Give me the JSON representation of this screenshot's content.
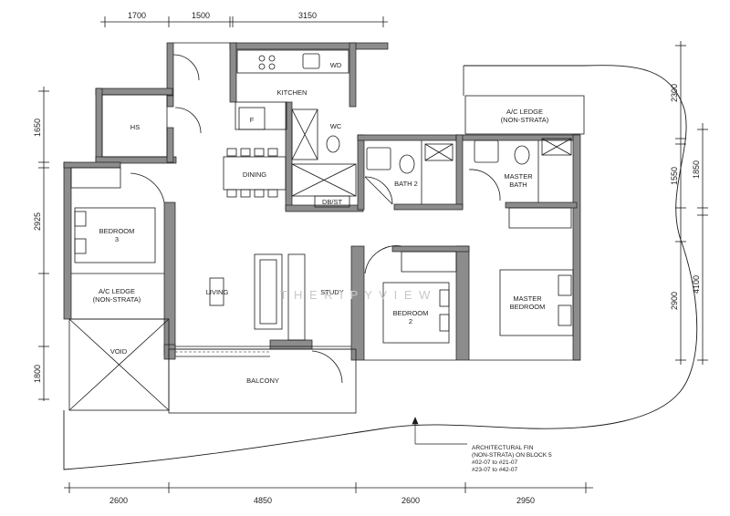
{
  "dimensions": {
    "top": [
      "1700",
      "1500",
      "3150"
    ],
    "left": [
      "1650",
      "2925",
      "1800"
    ],
    "bottom": [
      "2600",
      "4850",
      "2600",
      "2950"
    ],
    "right_inner": [
      "2300",
      "1550",
      "2900"
    ],
    "right_outer": [
      "1850",
      "4100"
    ]
  },
  "rooms": {
    "hs": "HS",
    "kitchen": "KITCHEN",
    "wd": "WD",
    "fridge": "F",
    "wc": "WC",
    "dining": "DINING",
    "dbst": "DB/ST",
    "bath2": "BATH 2",
    "master_bath": [
      "MASTER",
      "BATH"
    ],
    "ac_ledge_top": [
      "A/C LEDGE",
      "(NON-STRATA)"
    ],
    "bedroom3": [
      "BEDROOM",
      "3"
    ],
    "ac_ledge_left": [
      "A/C LEDGE",
      "(NON-STRATA)"
    ],
    "living": "LIVING",
    "study": "STUDY",
    "bedroom2": [
      "BEDROOM",
      "2"
    ],
    "master_bedroom": [
      "MASTER",
      "BEDROOM"
    ],
    "void": "VOID",
    "balcony": "BALCONY"
  },
  "note": {
    "lines": [
      "ARCHITECTURAL FIN",
      "(NON-STRATA) ON BLOCK 5",
      "#02-07 to #21-07",
      "#23-07 to #42-07"
    ]
  },
  "watermark": "T H E   R I P Y   V I E W",
  "colors": {
    "wall": "#8c8c8c",
    "line": "#1a1a1a"
  }
}
